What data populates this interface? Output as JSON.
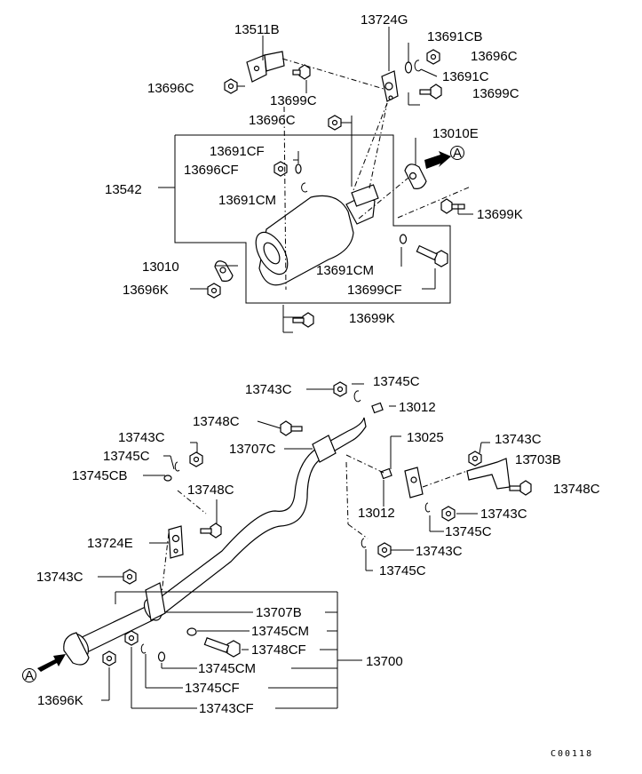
{
  "labels": {
    "13511B": "13511B",
    "13724G": "13724G",
    "13691CB": "13691CB",
    "13696C_a": "13696C",
    "13696C_b": "13696C",
    "13691C": "13691C",
    "13699C_a": "13699C",
    "13699C_b": "13699C",
    "13696C_c": "13696C",
    "13010E": "13010E",
    "13691CF": "13691CF",
    "13696CF": "13696CF",
    "13542": "13542",
    "13691CM_a": "13691CM",
    "13699K_a": "13699K",
    "13010": "13010",
    "13696K_a": "13696K",
    "13691CM_b": "13691CM",
    "13699CF": "13699CF",
    "13699K_b": "13699K",
    "13743C_a": "13743C",
    "13745C_a": "13745C",
    "13012_a": "13012",
    "13748C_a": "13748C",
    "13025": "13025",
    "13743C_b": "13743C",
    "13707C": "13707C",
    "13743C_c": "13743C",
    "13703B": "13703B",
    "13745C_b": "13745C",
    "13748C_b": "13748C",
    "13745CB": "13745CB",
    "13748C_c": "13748C",
    "13012_b": "13012",
    "13743C_d": "13743C",
    "13745C_c": "13745C",
    "13724E": "13724E",
    "13743C_e": "13743C",
    "13745C_d": "13745C",
    "13743C_f": "13743C",
    "13707B": "13707B",
    "13745CM_a": "13745CM",
    "13748CF": "13748CF",
    "13700": "13700",
    "13745CM_b": "13745CM",
    "13745CF": "13745CF",
    "13743CF": "13743CF",
    "13696K_b": "13696K"
  },
  "markers": {
    "A_top": "A",
    "A_bottom": "A"
  },
  "code": "C00118"
}
